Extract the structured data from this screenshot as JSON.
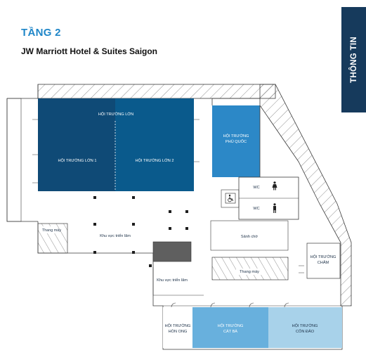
{
  "header": {
    "floor": "TẦNG 2",
    "hotel": "JW Marriott Hotel & Suites Saigon"
  },
  "side_tab": {
    "label": "THÔNG TIN"
  },
  "colors": {
    "title_blue": "#1f86c8",
    "ballroom_dark": "#0f4a76",
    "ballroom_mid": "#0a5a8c",
    "phu_quoc": "#2c88c7",
    "cat_ba": "#68b0dd",
    "con_dao": "#a8d2ea",
    "tab_navy": "#163a5c"
  },
  "rooms": {
    "grand": "HỘI TRƯỜNG LỚN",
    "grand1": "HỘI TRƯỜNG LỚN 1",
    "grand2": "HỘI TRƯỜNG LỚN 2",
    "phu_quoc": [
      "HỘI TRƯỜNG",
      "PHÚ QUỐC"
    ],
    "wc1": "WC",
    "wc2": "WC",
    "elevator_left": "Thang máy",
    "exhibit1": "Khu vực triển lãm",
    "lobby": "Sảnh chờ",
    "elevator_mid": "Thang máy",
    "exhibit2": "Khu vực triển lãm",
    "cham": [
      "HỘI TRƯỜNG",
      "CHĂM"
    ],
    "hon_ong": [
      "HỘI TRƯỜNG",
      "HÒN ONG"
    ],
    "cat_ba": [
      "HỘI TRƯỜNG",
      "CÁT BÀ"
    ],
    "con_dao": [
      "HỘI TRƯỜNG",
      "CÔN ĐẢO"
    ]
  },
  "icons": [
    "wheelchair-icon",
    "woman-icon",
    "man-icon"
  ]
}
